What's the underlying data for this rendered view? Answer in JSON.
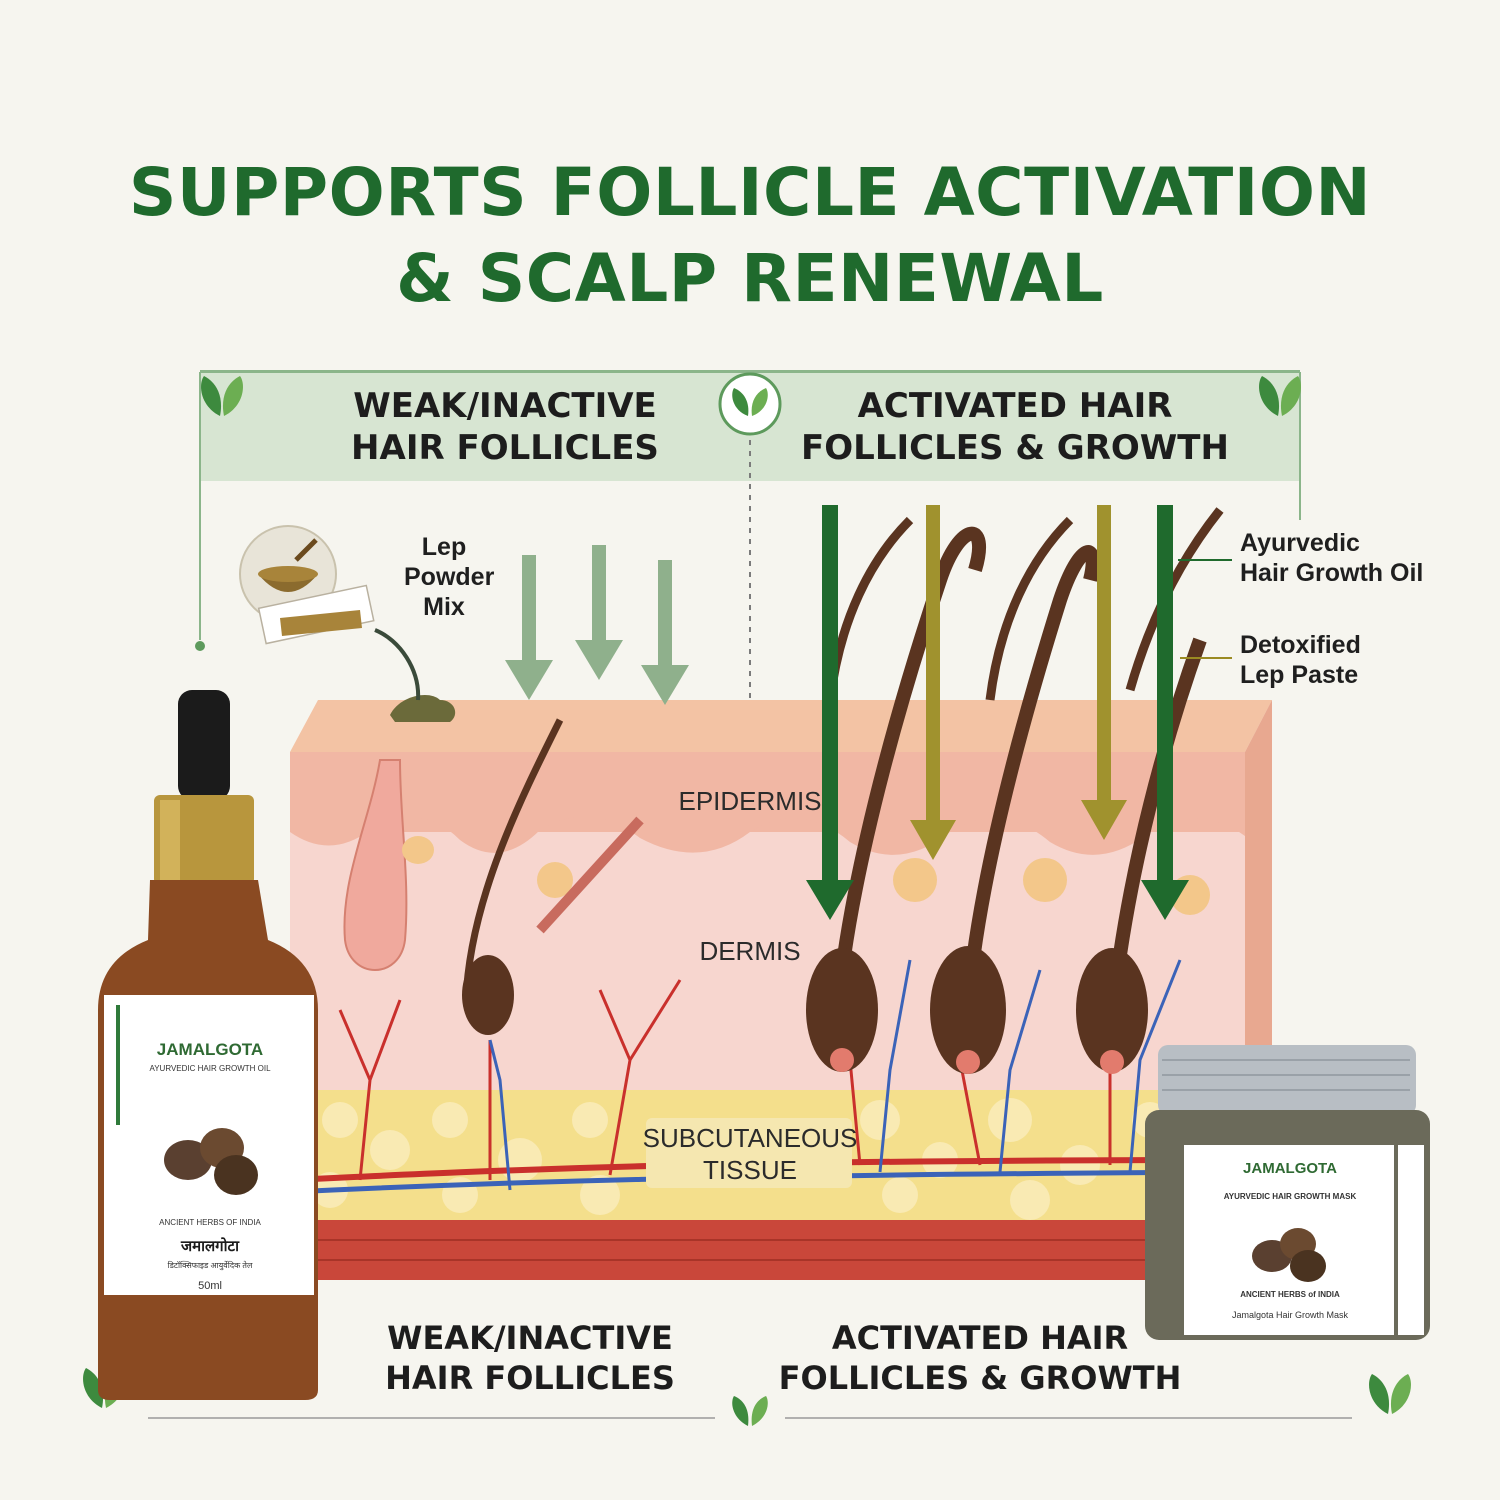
{
  "title": {
    "line1": "SUPPORTS FOLLICLE ACTIVATION",
    "line2": "& SCALP RENEWAL"
  },
  "panels": {
    "left_header": {
      "line1": "WEAK/INACTIVE",
      "line2": "HAIR FOLLICLES"
    },
    "right_header": {
      "line1": "ACTIVATED HAIR",
      "line2": "FOLLICLES & GROWTH"
    },
    "left_footer": {
      "line1": "WEAK/INACTIVE",
      "line2": "HAIR FOLLICLES"
    },
    "right_footer": {
      "line1": "ACTIVATED HAIR",
      "line2": "FOLLICLES & GROWTH"
    }
  },
  "annotations": {
    "lep_powder": {
      "line1": "Lep",
      "line2": "Powder",
      "line3": "Mix"
    },
    "oil": {
      "line1": "Ayurvedic",
      "line2": "Hair Growth Oil"
    },
    "paste": {
      "line1": "Detoxified",
      "line2": "Lep Paste"
    }
  },
  "layers": {
    "epidermis": "EPIDERMIS",
    "dermis": "DERMIS",
    "subcutaneous_line1": "SUBCUTANEOUS",
    "subcutaneous_line2": "TISSUE"
  },
  "bottle": {
    "brand": "JAMALGOTA",
    "product": "AYURVEDIC HAIR GROWTH OIL",
    "tagline": "ANCIENT HERBS OF INDIA",
    "hindi_name": "जमालगोटा",
    "hindi_sub": "डिटॉक्सिफाइड आयुर्वेदिक तेल",
    "volume": "50ml"
  },
  "jar": {
    "brand": "JAMALGOTA",
    "product": "AYURVEDIC HAIR GROWTH MASK",
    "tagline": "ANCIENT HERBS of INDIA",
    "name": "Jamalgota Hair Growth Mask"
  },
  "colors": {
    "title_green": "#1f6a2d",
    "header_bg": "#d7e5d2",
    "arrow_dark_green": "#1f6a2d",
    "arrow_olive": "#9a8a22",
    "arrow_light_green": "#8fb08c",
    "hair_brown": "#5a3420"
  }
}
